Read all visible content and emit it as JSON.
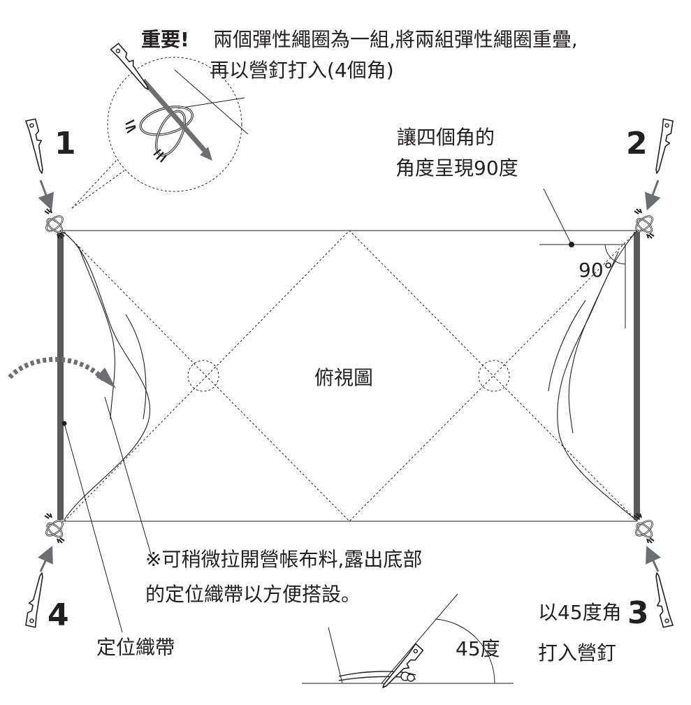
{
  "header": {
    "important_label": "重要!",
    "note_line1": "兩個彈性繩圈為一組,將兩組彈性繩圈重疊,",
    "note_line2": "再以營釘打入(4個角)"
  },
  "corners": {
    "c1": "1",
    "c2": "2",
    "c3": "3",
    "c4": "4"
  },
  "right_angle_note": {
    "line1": "讓四個角的",
    "line2": "角度呈現90度"
  },
  "angle_label": "90°",
  "center_label": "俯視圖",
  "tip": {
    "line1": "※可稍微拉開營帳布料,露出底部",
    "line2": "的定位織帶以方便搭設。"
  },
  "strap_label": "定位織帶",
  "stake_45": {
    "angle": "45度",
    "line1": "以45度角",
    "line2": "打入營釘"
  },
  "colors": {
    "ink": "#231f20",
    "strap": "#58595b",
    "arrow": "#6d6e71",
    "stake": "#ffffff"
  }
}
